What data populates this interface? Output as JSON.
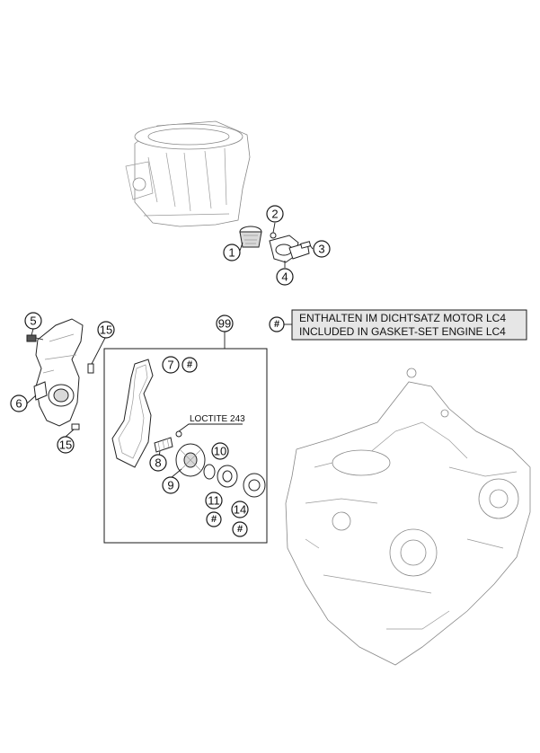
{
  "callouts": {
    "c1": "1",
    "c2": "2",
    "c3": "3",
    "c4": "4",
    "c5": "5",
    "c6": "6",
    "c7": "7",
    "c8": "8",
    "c9": "9",
    "c10": "10",
    "c11": "11",
    "c14": "14",
    "c15a": "15",
    "c15b": "15",
    "c99": "99"
  },
  "hash_symbol": "#",
  "legend": {
    "line1": "ENTHALTEN IM DICHTSATZ MOTOR LC4",
    "line2": "INCLUDED IN GASKET-SET ENGINE LC4"
  },
  "annotation": {
    "loctite": "LOCTITE 243"
  }
}
